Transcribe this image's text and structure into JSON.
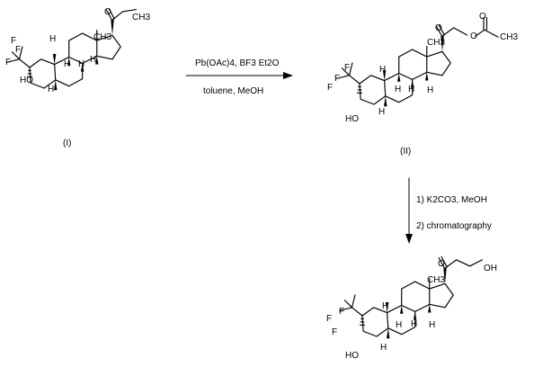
{
  "compounds": [
    {
      "id": "I",
      "label": "(I)",
      "atoms": {
        "ho": "HO",
        "f1": "F",
        "f2": "F",
        "f3": "F",
        "me": "CH3",
        "keto_o": "O",
        "methyl": "CH3",
        "h": "H"
      }
    },
    {
      "id": "II",
      "label": "(II)",
      "atoms": {
        "ho": "HO",
        "f1": "F",
        "f2": "F",
        "f3": "F",
        "me": "CH3",
        "keto_o": "O",
        "ester_o": "O",
        "acetyl_o": "O",
        "methyl": "CH3",
        "h": "H"
      }
    },
    {
      "id": "III",
      "label": "",
      "atoms": {
        "ho": "HO",
        "f1": "F",
        "f2": "F",
        "f3": "F",
        "me": "CH3",
        "keto_o": "O",
        "oh": "OH",
        "h": "H"
      }
    }
  ],
  "reactions": [
    {
      "id": "step1",
      "above": "Pb(OAc)4, BF3 Et2O",
      "below": "toluene, MeOH"
    },
    {
      "id": "step2",
      "line1": "1) K2CO3, MeOH",
      "line2": "2) chromatography"
    }
  ]
}
